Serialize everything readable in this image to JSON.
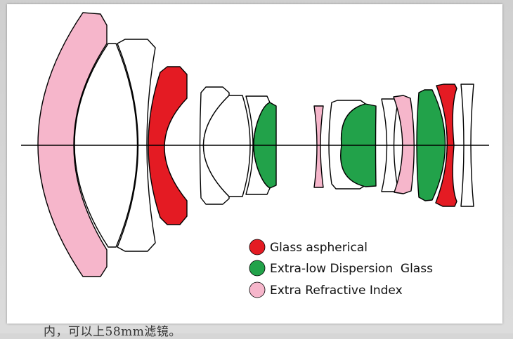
{
  "colors": {
    "aspherical": "#e41b23",
    "ed_glass": "#22a24a",
    "extra_refractive": "#f6b6cb",
    "plain": "#ffffff",
    "outline": "#000000"
  },
  "legend": [
    {
      "label": "Glass aspherical",
      "color": "#e41b23"
    },
    {
      "label": "Extra-low Dispersion  Glass",
      "color": "#22a24a"
    },
    {
      "label": "Extra Refractive Index",
      "color": "#f6b6cb"
    }
  ],
  "background_text": "内，可以上58mm滤镜。"
}
